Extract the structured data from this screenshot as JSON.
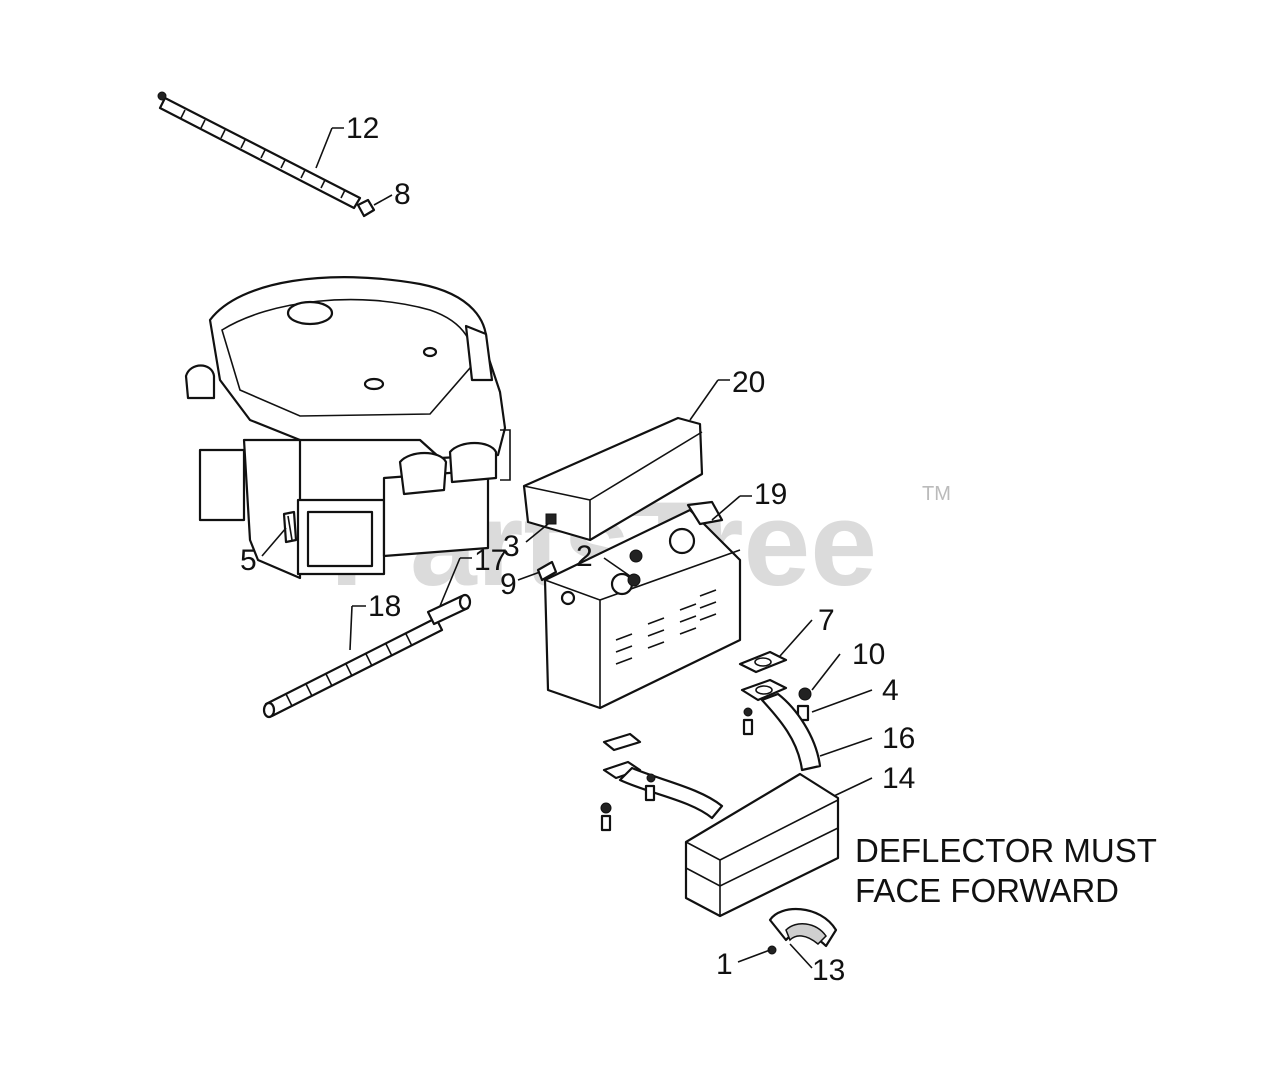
{
  "watermark": {
    "text": "PartsTree",
    "trademark": "TM"
  },
  "note": {
    "line1": "DEFLECTOR MUST",
    "line2": "FACE FORWARD"
  },
  "callouts": {
    "c1": "1",
    "c2": "2",
    "c3": "3",
    "c4": "4",
    "c5": "5",
    "c7": "7",
    "c8": "8",
    "c9": "9",
    "c10": "10",
    "c12": "12",
    "c13": "13",
    "c14": "14",
    "c16": "16",
    "c17": "17",
    "c18": "18",
    "c19": "19",
    "c20": "20"
  }
}
